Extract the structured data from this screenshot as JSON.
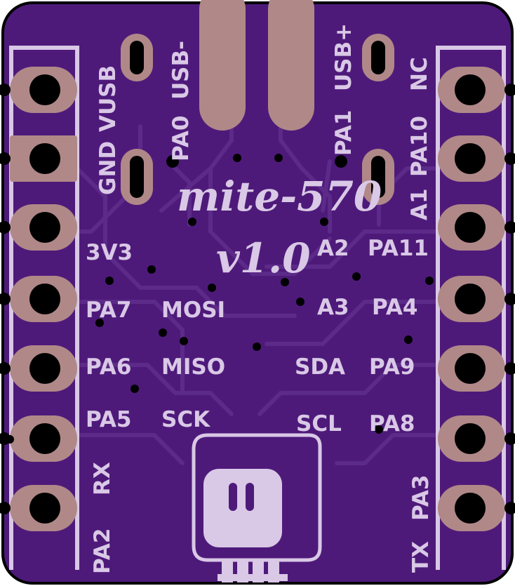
{
  "board": {
    "title": "mite-570",
    "version": "v1.0",
    "colors": {
      "soldermask": "#4e1a7a",
      "trace": "#5c2a88",
      "silkscreen": "#d9c8e6",
      "pad_copper": "#b08888",
      "hole": "#000000"
    }
  },
  "top_labels": {
    "usb_minus": "USB-",
    "usb_plus": "USB+",
    "pa0": "PA0",
    "pa1": "PA1"
  },
  "left_labels": {
    "gnd": "GND",
    "vusb": "VUSB",
    "v3v3": "3V3",
    "pa7": "PA7",
    "pa6": "PA6",
    "pa5": "PA5",
    "rx": "RX",
    "pa2": "PA2"
  },
  "right_labels": {
    "nc": "NC",
    "pa10": "PA10",
    "a1": "A1",
    "pa11": "PA11",
    "a2": "A2",
    "pa4": "PA4",
    "a3": "A3",
    "pa9": "PA9",
    "sda": "SDA",
    "pa8": "PA8",
    "scl": "SCL",
    "pa3": "PA3",
    "tx": "TX"
  },
  "center_labels": {
    "mosi": "MOSI",
    "miso": "MISO",
    "sck": "SCK"
  }
}
